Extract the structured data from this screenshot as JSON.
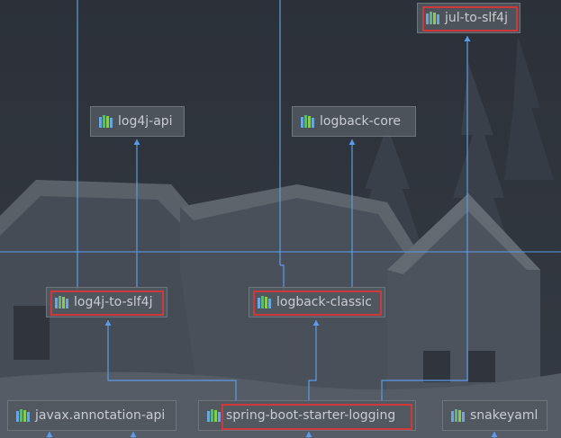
{
  "diagram": {
    "nodes": [
      {
        "id": "jul-to-slf4j",
        "label": "jul-to-slf4j",
        "highlighted": true
      },
      {
        "id": "log4j-api",
        "label": "log4j-api",
        "highlighted": false
      },
      {
        "id": "logback-core",
        "label": "logback-core",
        "highlighted": false
      },
      {
        "id": "log4j-to-slf4j",
        "label": "log4j-to-slf4j",
        "highlighted": true
      },
      {
        "id": "logback-classic",
        "label": "logback-classic",
        "highlighted": true
      },
      {
        "id": "javax-annotation-api",
        "label": "javax.annotation-api",
        "highlighted": false
      },
      {
        "id": "spring-boot-starter-logging",
        "label": "spring-boot-starter-logging",
        "highlighted": true
      },
      {
        "id": "snakeyaml",
        "label": "snakeyaml",
        "highlighted": false
      }
    ],
    "edges": [
      {
        "from": "log4j-to-slf4j",
        "to": "log4j-api"
      },
      {
        "from": "logback-classic",
        "to": "logback-core"
      },
      {
        "from": "spring-boot-starter-logging",
        "to": "log4j-to-slf4j"
      },
      {
        "from": "spring-boot-starter-logging",
        "to": "logback-classic"
      },
      {
        "from": "spring-boot-starter-logging",
        "to": "jul-to-slf4j"
      }
    ]
  },
  "colors": {
    "edge": "#5b9bea",
    "highlight": "#d0393b",
    "icon_bars": [
      "#6aa7e0",
      "#5fb87a",
      "#8fc94d",
      "#6aa7e0"
    ],
    "node_fill": "#52585f",
    "node_text": "#c9ccd0"
  },
  "icons": {
    "node": "library-bars-icon"
  }
}
